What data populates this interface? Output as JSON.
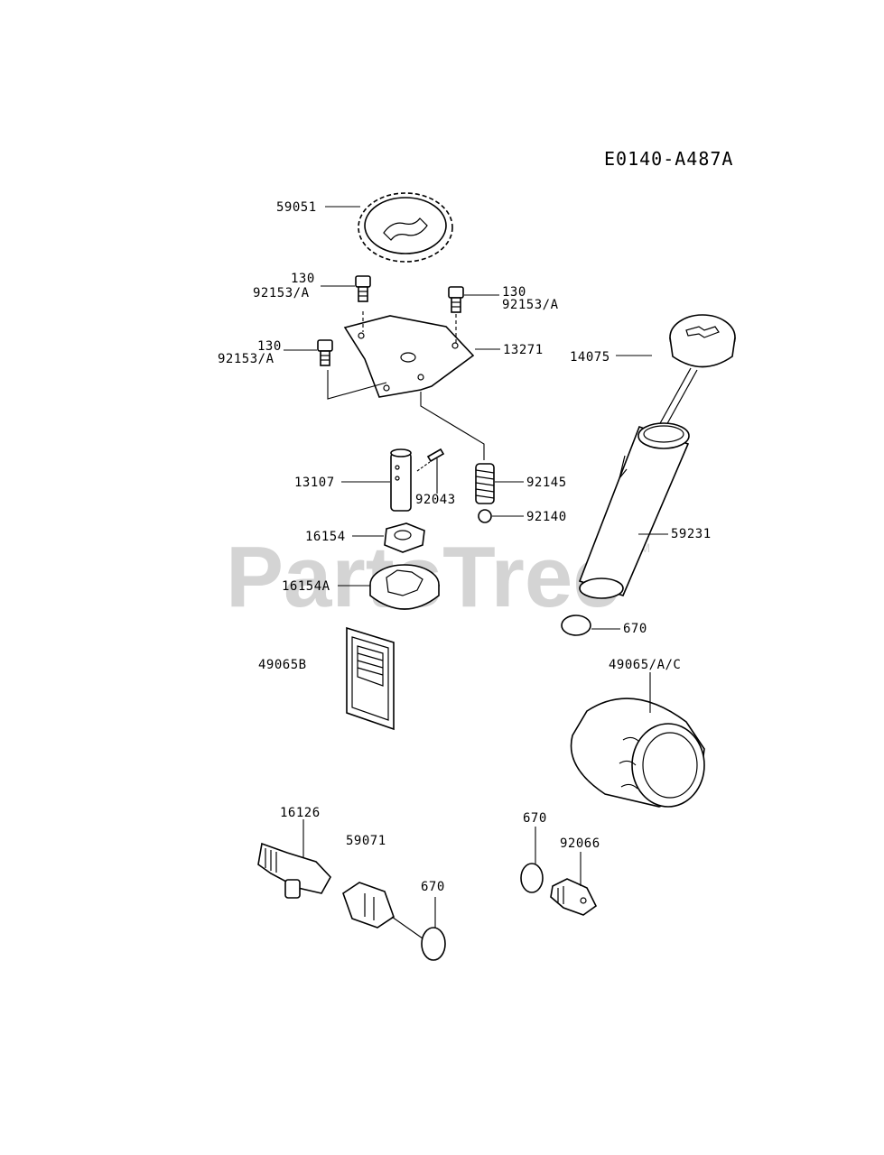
{
  "diagram_code": "E0140-A487A",
  "watermark": "PartsTree",
  "watermark_tm": "TM",
  "parts": {
    "p59051": "59051",
    "p130_a": "130",
    "p92153_a": "92153/A",
    "p130_b": "130",
    "p92153_b": "92153/A",
    "p130_c": "130",
    "p92153_c": "92153/A",
    "p13271": "13271",
    "p14075": "14075",
    "p13107": "13107",
    "p92043": "92043",
    "p92145": "92145",
    "p92140": "92140",
    "p16154": "16154",
    "p16154A": "16154A",
    "p59231": "59231",
    "p670_a": "670",
    "p49065B": "49065B",
    "p49065AC": "49065/A/C",
    "p16126": "16126",
    "p59071": "59071",
    "p670_b": "670",
    "p670_c": "670",
    "p92066": "92066"
  }
}
